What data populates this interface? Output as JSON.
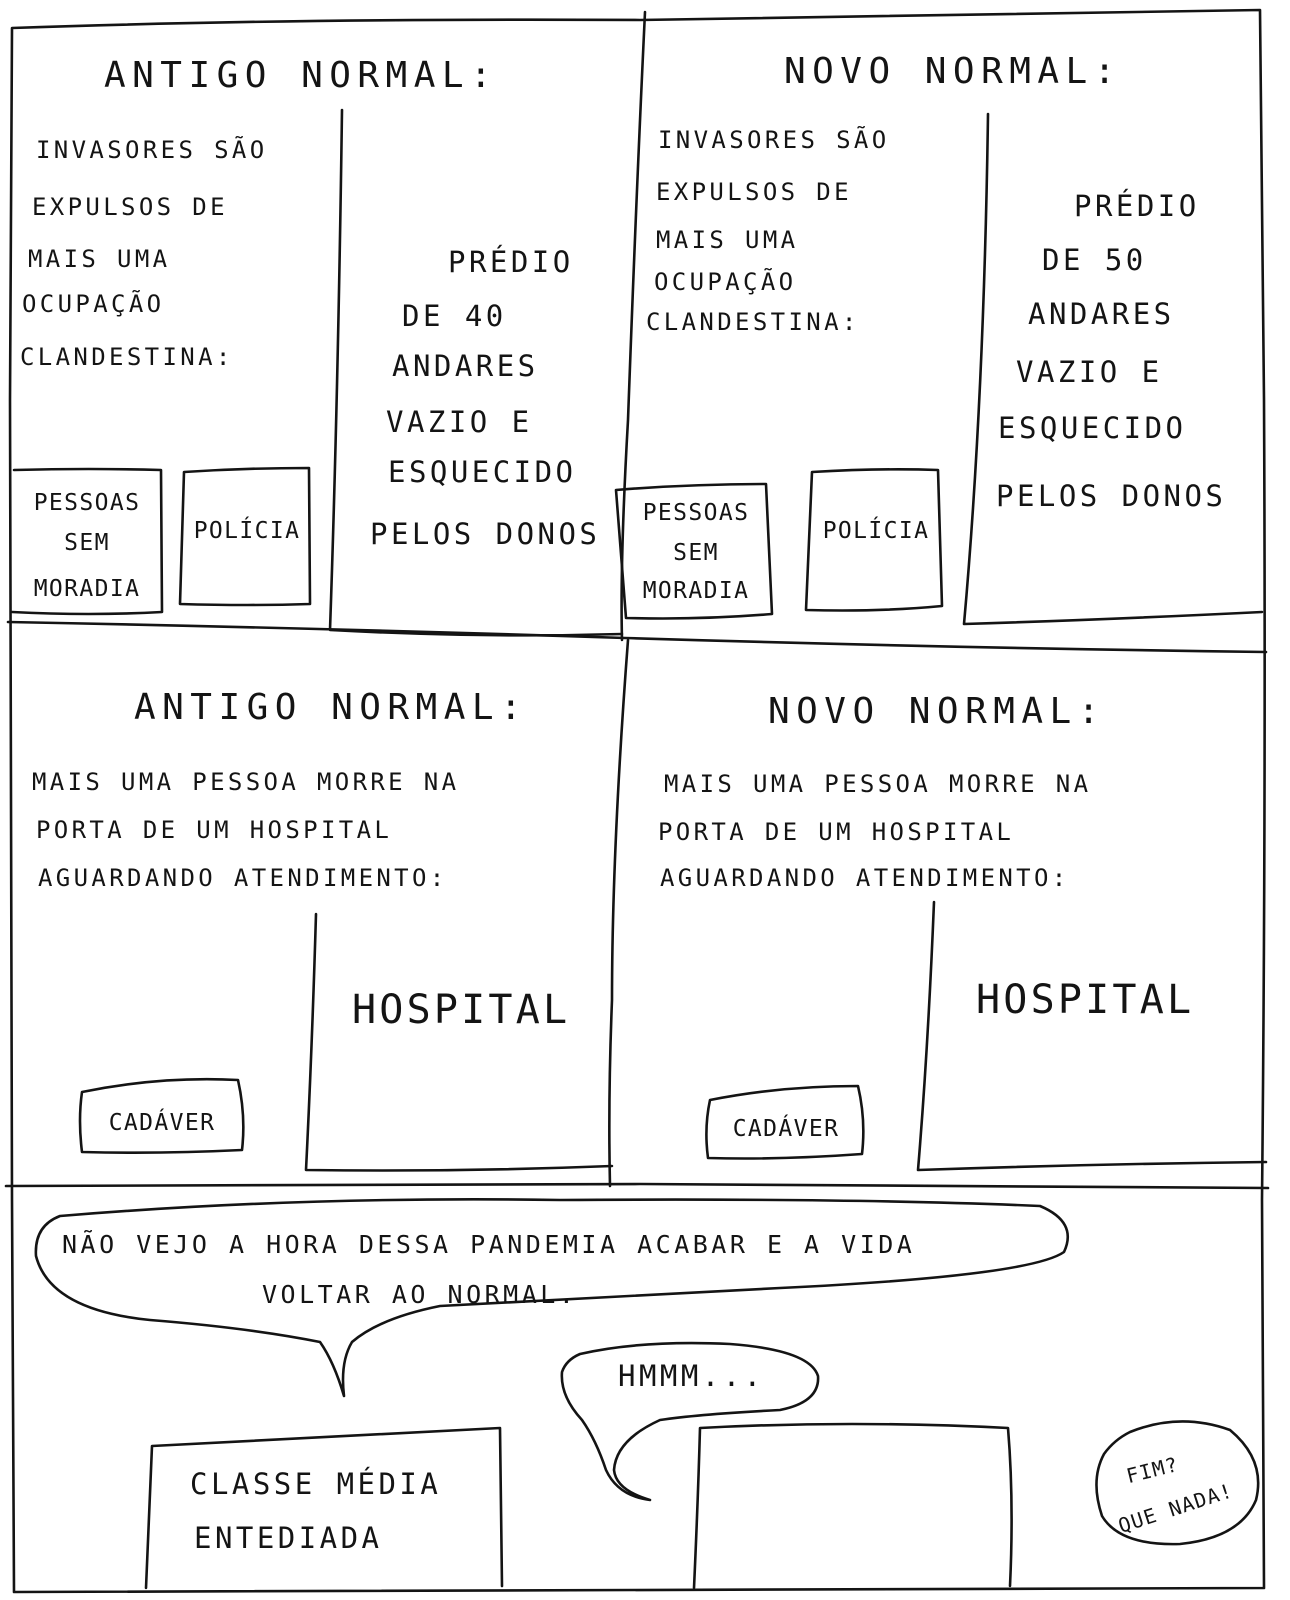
{
  "panels": {
    "top_left": {
      "title": "ANTIGO NORMAL:",
      "caption_lines": [
        "INVASORES SÃO",
        "EXPULSOS DE",
        "MAIS UMA",
        "OCUPAÇÃO",
        "CLANDESTINA:"
      ],
      "people_box": [
        "PESSOAS",
        "SEM",
        "MORADIA"
      ],
      "police_box": "POLÍCIA",
      "building_lines": [
        "PRÉDIO",
        "DE 40",
        "ANDARES",
        "VAZIO E",
        "ESQUECIDO",
        "PELOS DONOS"
      ]
    },
    "top_right": {
      "title": "NOVO NORMAL:",
      "caption_lines": [
        "INVASORES SÃO",
        "EXPULSOS DE",
        "MAIS UMA",
        "OCUPAÇÃO",
        "CLANDESTINA:"
      ],
      "people_box": [
        "PESSOAS",
        "SEM",
        "MORADIA"
      ],
      "police_box": "POLÍCIA",
      "building_lines": [
        "PRÉDIO",
        "DE 50",
        "ANDARES",
        "VAZIO E",
        "ESQUECIDO",
        "PELOS DONOS"
      ]
    },
    "mid_left": {
      "title": "ANTIGO NORMAL:",
      "caption_lines": [
        "MAIS UMA PESSOA MORRE NA",
        "PORTA DE UM HOSPITAL",
        "AGUARDANDO ATENDIMENTO:"
      ],
      "hospital": "HOSPITAL",
      "corpse": "CADÁVER"
    },
    "mid_right": {
      "title": "NOVO NORMAL:",
      "caption_lines": [
        "MAIS UMA PESSOA MORRE NA",
        "PORTA DE UM HOSPITAL",
        "AGUARDANDO ATENDIMENTO:"
      ],
      "hospital": "HOSPITAL",
      "corpse": "CADÁVER"
    },
    "bottom": {
      "speech_lines": [
        "NÃO VEJO A HORA DESSA PANDEMIA ACABAR E A VIDA",
        "VOLTAR AO NORMAL."
      ],
      "reply": "HMMM...",
      "middle_class": [
        "CLASSE MÉDIA",
        "ENTEDIADA"
      ],
      "end_note": [
        "FIM?",
        "QUE NADA!"
      ]
    }
  }
}
